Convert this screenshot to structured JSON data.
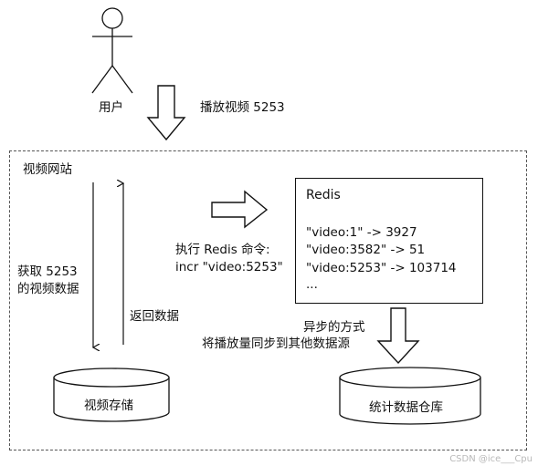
{
  "user": {
    "label": "用户"
  },
  "play_action": {
    "label": "播放视频 5253"
  },
  "site": {
    "label": "视频网站"
  },
  "fetch": {
    "line1": "获取 5253",
    "line2": "的视频数据"
  },
  "return": {
    "label": "返回数据"
  },
  "command": {
    "line1": "执行 Redis 命令:",
    "line2": "incr \"video:5253\""
  },
  "redis": {
    "title": "Redis",
    "entries": [
      "\"video:1\" -> 3927",
      "\"video:3582\" -> 51",
      "\"video:5253\" -> 103714",
      "..."
    ]
  },
  "async": {
    "line1": "异步的方式",
    "line2": "将播放量同步到其他数据源"
  },
  "storage": {
    "label": "视频存储"
  },
  "stats_db": {
    "label": "统计数据仓库"
  },
  "watermark": "CSDN @ice___Cpu"
}
